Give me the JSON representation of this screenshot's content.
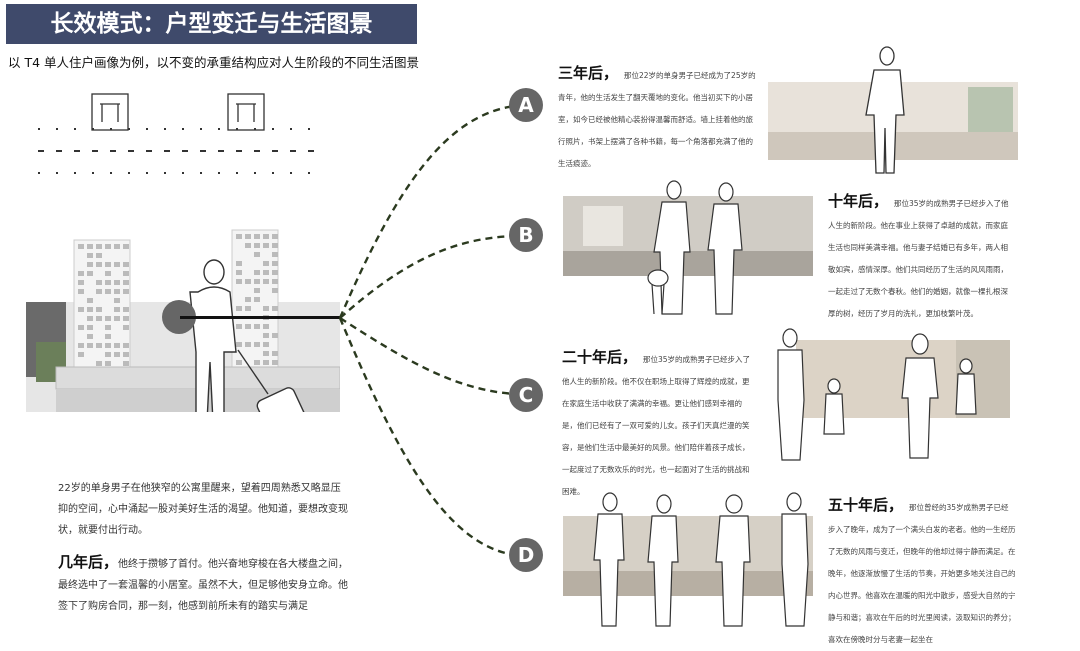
{
  "header": {
    "title": "长效模式：户型变迁与生活图景",
    "subtitle": "以 T4 单人住户画像为例，以不变的承重结构应对人生阶段的不同生活图景"
  },
  "intro": {
    "para1": "22岁的单身男子在他狭窄的公寓里醒来，望着四周熟悉又略显压抑的空间，心中涌起一股对美好生活的渴望。他知道，要想改变现状，就要付出行动。",
    "para2_head": "几年后，",
    "para2": "他终于攒够了首付。他兴奋地穿梭在各大楼盘之间，最终选中了一套温馨的小居室。虽然不大，但足够他安身立命。他签下了购房合同，那一刻，他感到前所未有的踏实与满足"
  },
  "stages": [
    {
      "letter": "A",
      "head": "三年后，",
      "text": "那位22岁的单身男子已经成为了25岁的青年，他的生活发生了翻天覆地的变化。他当初买下的小居室，如今已经被他精心装扮得温馨而舒适。墙上挂着他的旅行照片，书架上摆满了各种书籍，每一个角落都充满了他的生活痕迹。"
    },
    {
      "letter": "B",
      "head": "十年后，",
      "text": "那位35岁的成熟男子已经步入了他人生的新阶段。他在事业上获得了卓越的成就，而家庭生活也同样美满幸福。他与妻子结婚已有多年，两人相敬如宾，感情深厚。他们共同经历了生活的风风雨雨，一起走过了无数个春秋。他们的婚姻，就像一棵扎根深厚的树，经历了岁月的洗礼，更加枝繁叶茂。"
    },
    {
      "letter": "C",
      "head": "二十年后，",
      "text": "那位35岁的成熟男子已经步入了他人生的新阶段。他不仅在职场上取得了辉煌的成就，更在家庭生活中收获了满满的幸福。更让他们感到幸福的是，他们已经有了一双可爱的儿女。孩子们天真烂漫的笑容，是他们生活中最美好的风景。他们陪伴着孩子成长，一起度过了无数欢乐的时光，也一起面对了生活的挑战和困难。"
    },
    {
      "letter": "D",
      "head": "五十年后，",
      "text": "那位曾经的35岁成熟男子已经步入了晚年，成为了一个满头白发的老者。他的一生经历了无数的风雨与变迁，但晚年的他却过得宁静而满足。在晚年，他逐渐放慢了生活的节奏，开始更多地关注自己的内心世界。他喜欢在温暖的阳光中散步，感受大自然的宁静与和谐；喜欢在午后的时光里阅读，汲取知识的养分；喜欢在傍晚时分与老妻一起坐在"
    }
  ],
  "colors": {
    "header_bg": "#3f4a6b",
    "circle": "#666666",
    "dash": "#2b3a1f"
  }
}
